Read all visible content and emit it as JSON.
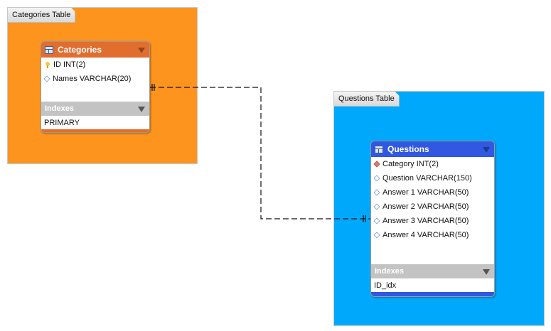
{
  "colors": {
    "categories_layer": "#fc941e",
    "questions_layer": "#00a8fc",
    "categories_header": "#e16d2e",
    "questions_header": "#3158e0"
  },
  "layers": {
    "categories": {
      "title": "Categories Table"
    },
    "questions": {
      "title": "Questions Table"
    }
  },
  "entities": {
    "categories": {
      "name": "Categories",
      "columns": [
        {
          "icon": "primary-key-icon",
          "label": "ID INT(2)"
        },
        {
          "icon": "column-diamond-icon",
          "label": "Names VARCHAR(20)"
        }
      ],
      "indexes_label": "Indexes",
      "indexes": [
        "PRIMARY"
      ]
    },
    "questions": {
      "name": "Questions",
      "columns": [
        {
          "icon": "foreign-key-diamond-icon",
          "label": "Category INT(2)"
        },
        {
          "icon": "column-diamond-icon",
          "label": "Question VARCHAR(150)"
        },
        {
          "icon": "column-diamond-icon",
          "label": "Answer 1 VARCHAR(50)"
        },
        {
          "icon": "column-diamond-icon",
          "label": "Answer 2 VARCHAR(50)"
        },
        {
          "icon": "column-diamond-icon",
          "label": "Answer 3 VARCHAR(50)"
        },
        {
          "icon": "column-diamond-icon",
          "label": "Answer 4 VARCHAR(50)"
        }
      ],
      "indexes_label": "Indexes",
      "indexes": [
        "ID_idx"
      ]
    }
  }
}
